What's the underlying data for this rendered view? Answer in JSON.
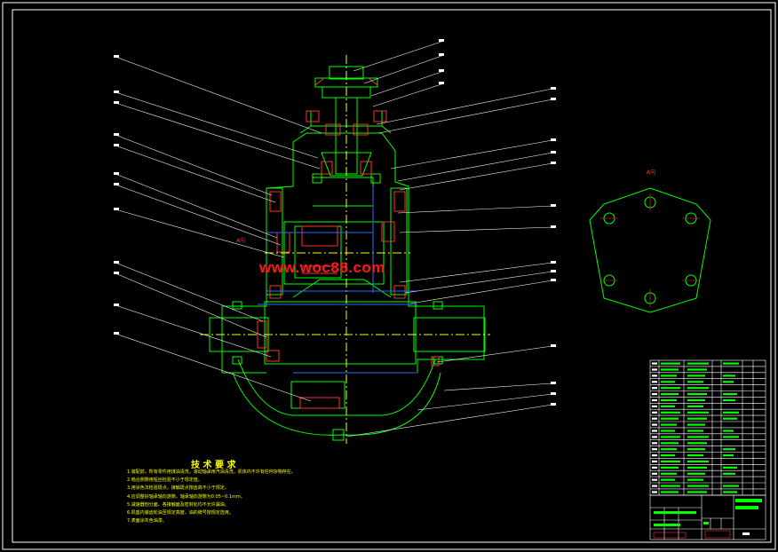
{
  "drawing": {
    "watermark": "www.woc88.com",
    "view_label": "A向",
    "a_direction_label": "A向",
    "technical_requirements": {
      "title": "技 术 要 求",
      "notes": [
        "1.装配前，所有零件用煤油清洗，滚动轴承用汽油清洗，机体内不许有任何杂物存在。",
        "2.啮合侧隙用铅丝检验不小于规定值。",
        "3.用涂色法检验斑点，接触斑点按齿高不小于规定。",
        "4.应调整好轴承轴向游隙，轴承轴向游隙为0.05~0.1mm。",
        "5.减速器剖分面、各接触面及密封处均不允许漏油。",
        "6.机座内装齿轮油至规定高度，油的牌号按规定选用。",
        "7.表面涂灰色油漆。"
      ]
    }
  },
  "colors": {
    "background": "#000000",
    "frame": "#ffffff",
    "outline": "#00ff00",
    "centerline": "#ffff00",
    "hatch": "#ff3030",
    "axis": "#2a6cff",
    "leader": "#ffffff",
    "bom_text": "#00ff00"
  }
}
